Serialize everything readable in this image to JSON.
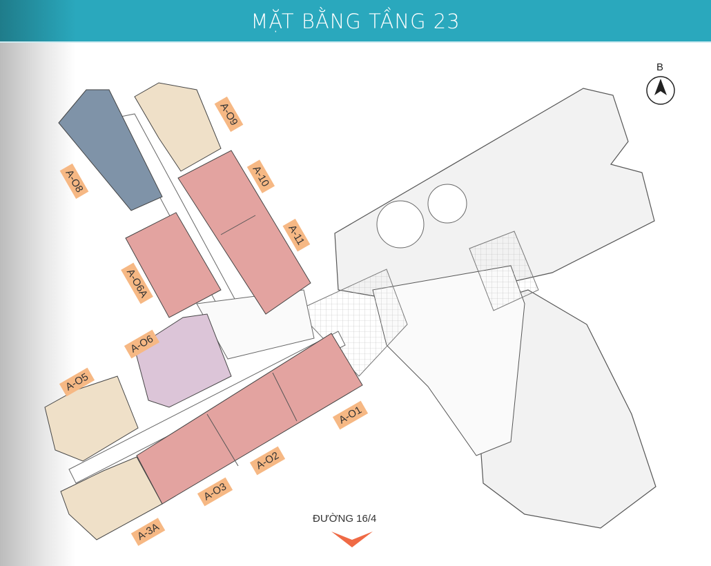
{
  "header": {
    "title": "MẶT BẰNG TẦNG 23"
  },
  "compass": {
    "label": "B"
  },
  "road": {
    "label": "ĐƯỜNG 16/4"
  },
  "units": [
    {
      "id": "A-O1",
      "color": "#e3a3a0"
    },
    {
      "id": "A-O2",
      "color": "#e3a3a0"
    },
    {
      "id": "A-O3",
      "color": "#e3a3a0"
    },
    {
      "id": "A-3A",
      "color": "#efe0c8"
    },
    {
      "id": "A-O5",
      "color": "#efe0c8"
    },
    {
      "id": "A-O6",
      "color": "#dcc5d8"
    },
    {
      "id": "A-O6A",
      "color": "#e3a3a0"
    },
    {
      "id": "A-O8",
      "color": "#7f93a8"
    },
    {
      "id": "A-O9",
      "color": "#efe0c8"
    },
    {
      "id": "A-10",
      "color": "#e3a3a0"
    },
    {
      "id": "A-11",
      "color": "#e3a3a0"
    }
  ],
  "colors": {
    "header": "#2aa8bd",
    "label": "#f6b884",
    "road_arrow": "#ef6a45"
  }
}
